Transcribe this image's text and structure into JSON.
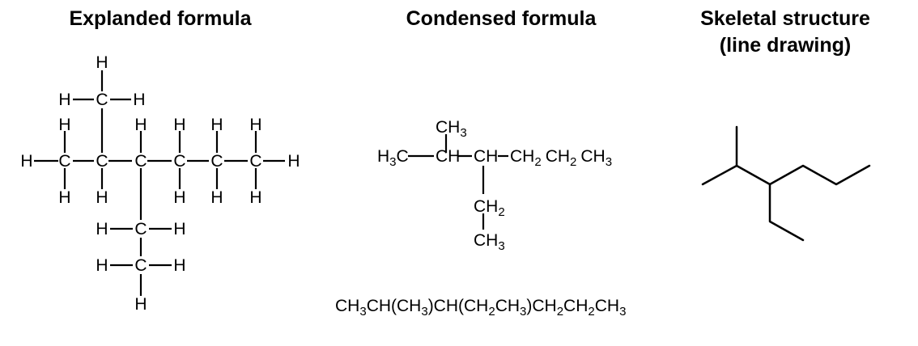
{
  "headings": {
    "expanded": "Explanded formula",
    "condensed": "Condensed formula",
    "skeletal_line1": "Skeletal structure",
    "skeletal_line2": "(line drawing)"
  },
  "atoms": {
    "carbon": "C",
    "hydrogen": "H"
  },
  "condensed": {
    "methyl_top": {
      "main": "CH",
      "sub": "3"
    },
    "h3c": {
      "main": "H",
      "sub": "3",
      "tail": "C"
    },
    "ch_first": "CH",
    "ch_second": "CH",
    "ch2_a": {
      "main": "CH",
      "sub": "2"
    },
    "ch2_b": {
      "main": "CH",
      "sub": "2"
    },
    "ch3_end": {
      "main": "CH",
      "sub": "3"
    },
    "ch2_branch": {
      "main": "CH",
      "sub": "2"
    },
    "ch3_branch": {
      "main": "CH",
      "sub": "3"
    },
    "linear": [
      {
        "t": "CH"
      },
      {
        "t": "3",
        "sub": true
      },
      {
        "t": "CH(CH"
      },
      {
        "t": "3",
        "sub": true
      },
      {
        "t": ")CH(CH"
      },
      {
        "t": "2",
        "sub": true
      },
      {
        "t": "CH"
      },
      {
        "t": "3",
        "sub": true
      },
      {
        "t": ")CH"
      },
      {
        "t": "2",
        "sub": true
      },
      {
        "t": "CH"
      },
      {
        "t": "2",
        "sub": true
      },
      {
        "t": "CH"
      },
      {
        "t": "3",
        "sub": true
      }
    ]
  }
}
